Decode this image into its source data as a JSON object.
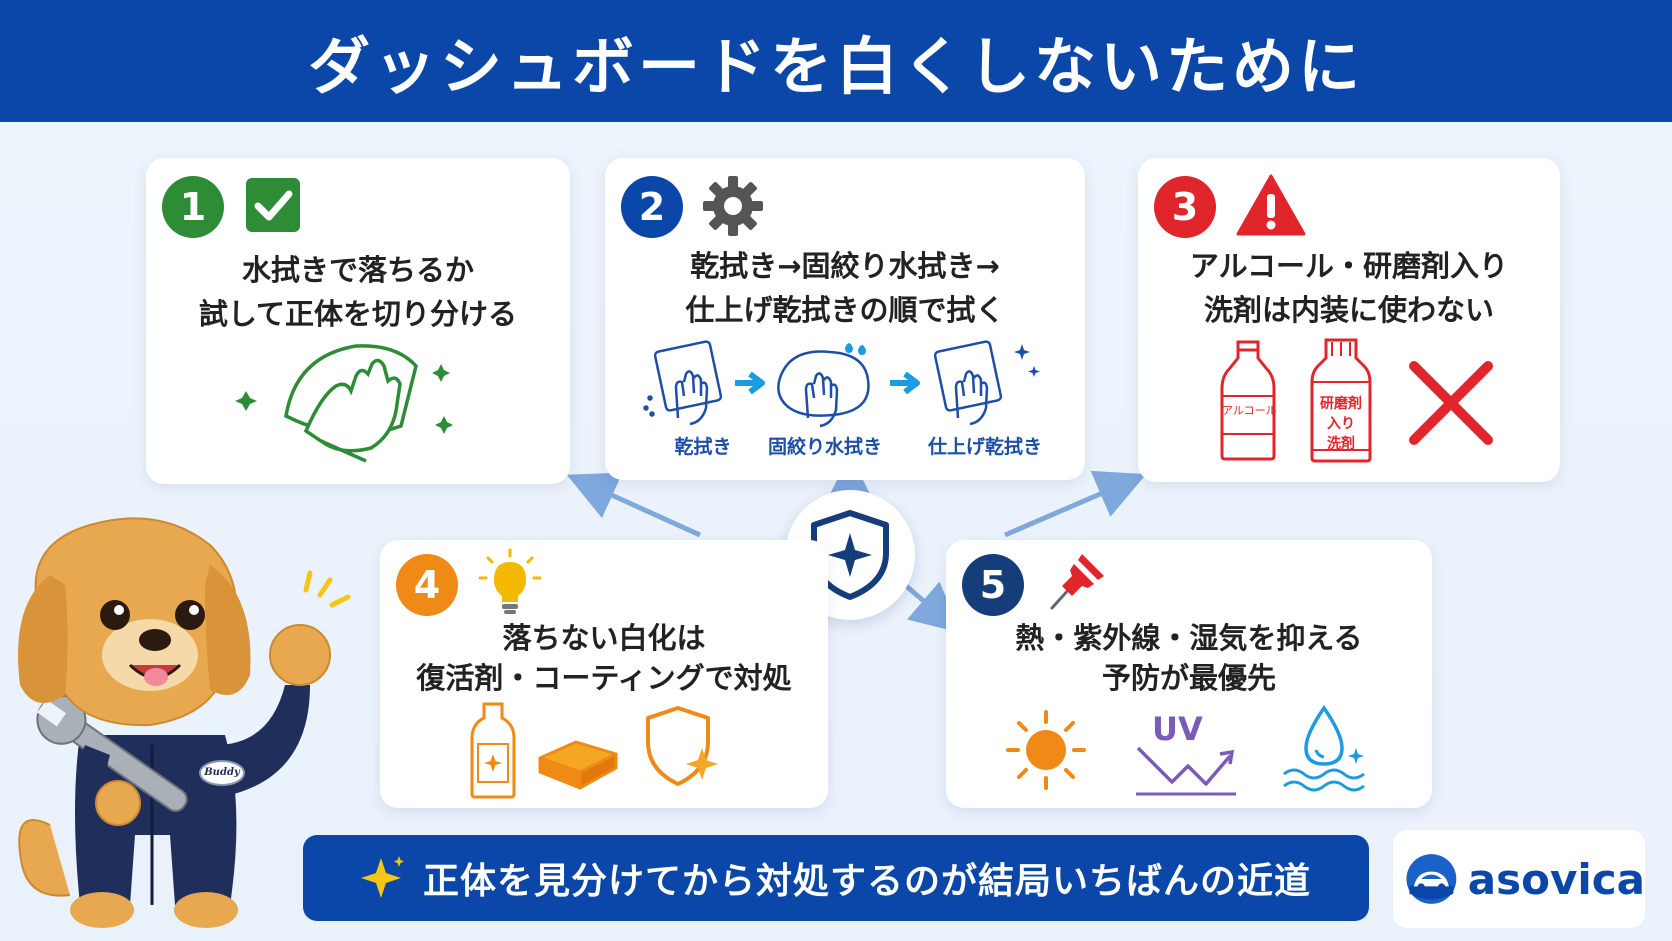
{
  "title": "ダッシュボードを白くしないために",
  "cards": [
    {
      "num": "1",
      "lines": [
        "水拭きで落ちるか",
        "試して正体を切り分ける"
      ],
      "color": "#2e8b36",
      "icon": "check-icon"
    },
    {
      "num": "2",
      "lines": [
        "乾拭き→固絞り水拭き→",
        "仕上げ乾拭きの順で拭く"
      ],
      "color": "#0b47a8",
      "icon": "gear-icon",
      "steps": [
        "乾拭き",
        "固絞り水拭き",
        "仕上げ乾拭き"
      ]
    },
    {
      "num": "3",
      "lines": [
        "アルコール・研磨剤入り",
        "洗剤は内装に使わない"
      ],
      "color": "#e0262b",
      "icon": "warning-icon",
      "bottle1": "アルコール",
      "bottle2": [
        "研磨剤",
        "入り",
        "洗剤"
      ]
    },
    {
      "num": "4",
      "lines": [
        "落ちない白化は",
        "復活剤・コーティングで対処"
      ],
      "color": "#f08a16",
      "icon": "lightbulb-icon"
    },
    {
      "num": "5",
      "lines": [
        "熱・紫外線・湿気を抑える",
        "予防が最優先"
      ],
      "color": "#143d7a",
      "icon": "pushpin-icon",
      "uv": "UV"
    }
  ],
  "footer": "正体を見分けてから対処するのが結局いちばんの近道",
  "logo": "asovica",
  "mascot_badge": "Buddy",
  "colors": {
    "brand": "#0b47a8",
    "green": "#2e8b36",
    "red": "#e0262b",
    "orange": "#f08a16",
    "navy": "#143d7a"
  }
}
